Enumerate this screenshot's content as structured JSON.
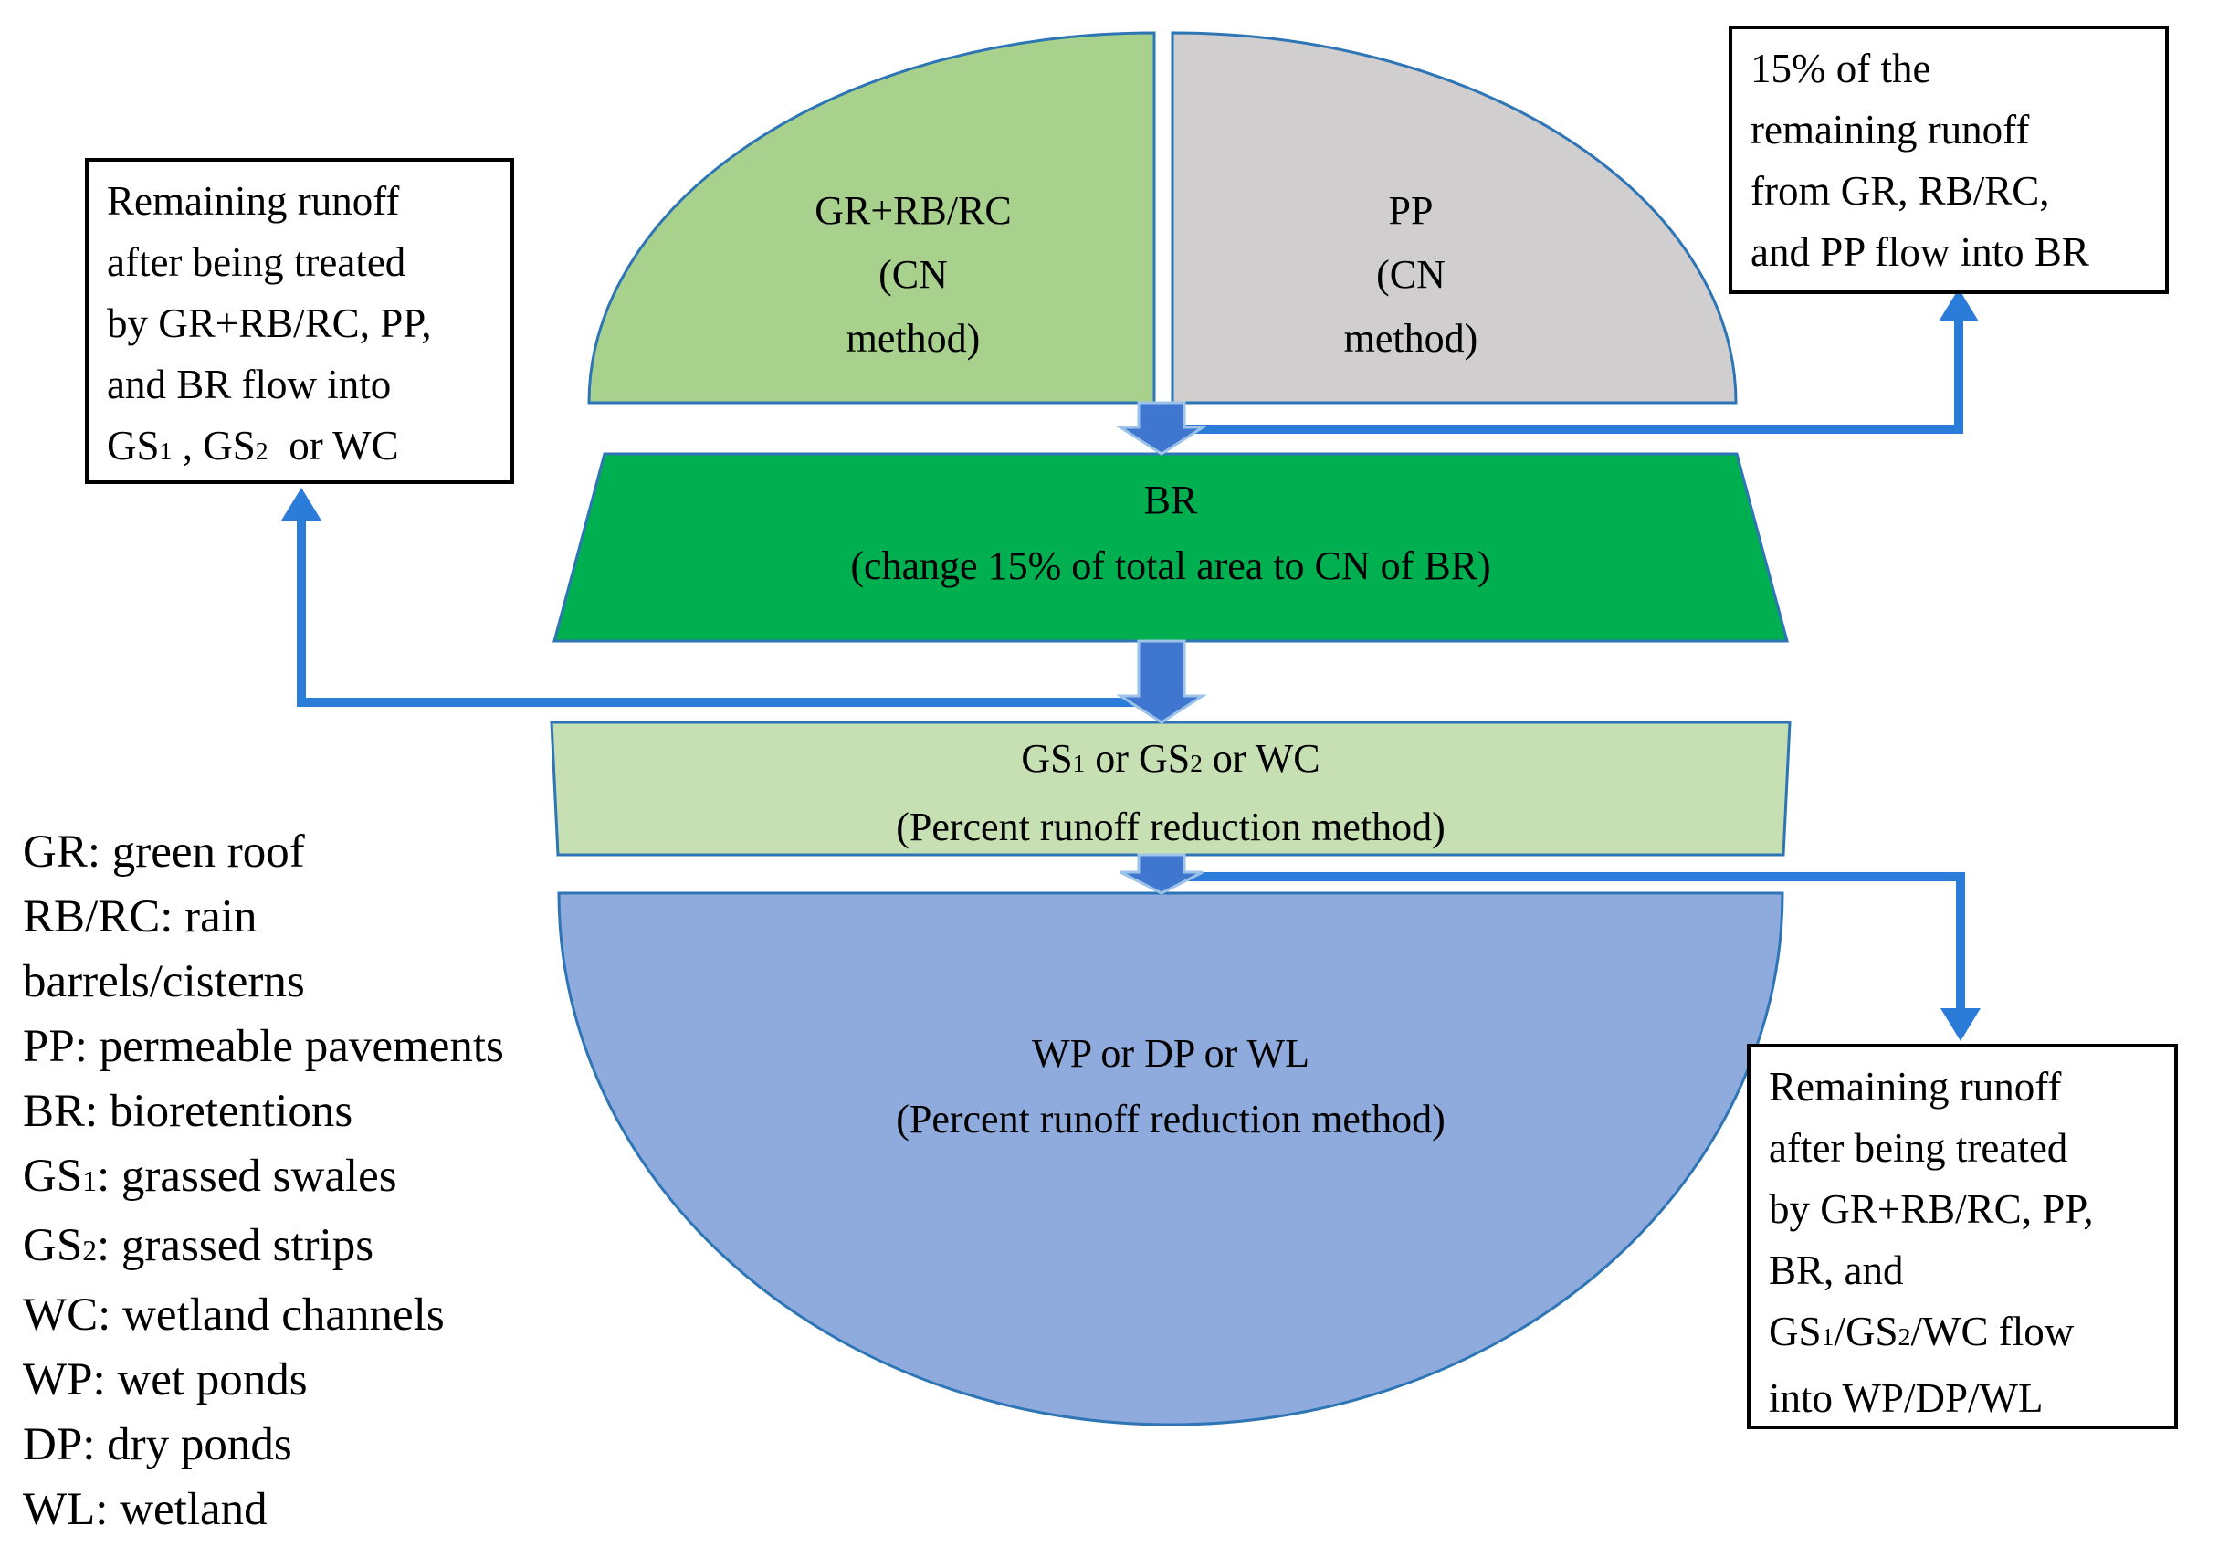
{
  "quarter_left": {
    "lines": [
      "GR+RB/RC",
      "(CN",
      "method)"
    ]
  },
  "quarter_right": {
    "lines": [
      "PP",
      "(CN",
      "method)"
    ]
  },
  "band_br": {
    "line1": "BR",
    "line2": "(change 15% of total area to CN of BR)"
  },
  "band_gs": {
    "line1": [
      {
        "text": "GS"
      },
      {
        "text": "1",
        "sub": true
      },
      {
        "text": " or GS"
      },
      {
        "text": "2",
        "sub": true
      },
      {
        "text": " or WC"
      }
    ],
    "line2": "(Percent runoff reduction method)"
  },
  "band_wp": {
    "line1": "WP or DP or WL",
    "line2": "(Percent runoff reduction method)"
  },
  "boxes": {
    "left": {
      "lines": [
        "Remaining runoff",
        "after being treated",
        "by GR+RB/RC, PP,",
        "and BR flow into",
        [
          {
            "text": "GS"
          },
          {
            "text": "1",
            "sub": true
          },
          {
            "text": " , GS"
          },
          {
            "text": "2",
            "sub": true
          },
          {
            "text": "  or WC"
          }
        ]
      ]
    },
    "top_right": {
      "lines": [
        "15% of the",
        "remaining runoff",
        "from GR, RB/RC,",
        "and PP flow into BR"
      ]
    },
    "bottom_right": {
      "lines": [
        "Remaining runoff",
        "after being treated",
        "by GR+RB/RC, PP,",
        "BR, and",
        [
          {
            "text": "GS"
          },
          {
            "text": "1",
            "sub": true
          },
          {
            "text": "/GS"
          },
          {
            "text": "2",
            "sub": true
          },
          {
            "text": "/WC flow"
          }
        ],
        "into WP/DP/WL"
      ]
    }
  },
  "legend": {
    "items": [
      "GR: green roof",
      "RB/RC: rain",
      "barrels/cisterns",
      "PP: permeable pavements",
      "BR: bioretentions",
      [
        {
          "text": "GS"
        },
        {
          "text": "1",
          "sub": true
        },
        {
          "text": ": grassed swales"
        }
      ],
      [
        {
          "text": "GS"
        },
        {
          "text": "2",
          "sub": true
        },
        {
          "text": ": grassed strips"
        }
      ],
      "WC: wetland channels",
      "WP: wet ponds",
      "DP: dry ponds",
      "WL: wetland"
    ]
  },
  "colors": {
    "quarter_green": "#a9d18e",
    "quarter_gray": "#d0cece",
    "br_green": "#00b050",
    "gs_green": "#c6e0b4",
    "wp_blue": "#8faadc",
    "outline_blue": "#2e75b6",
    "connector_blue": "#2a7cd8",
    "arrow_blue": "#3f76cf"
  }
}
